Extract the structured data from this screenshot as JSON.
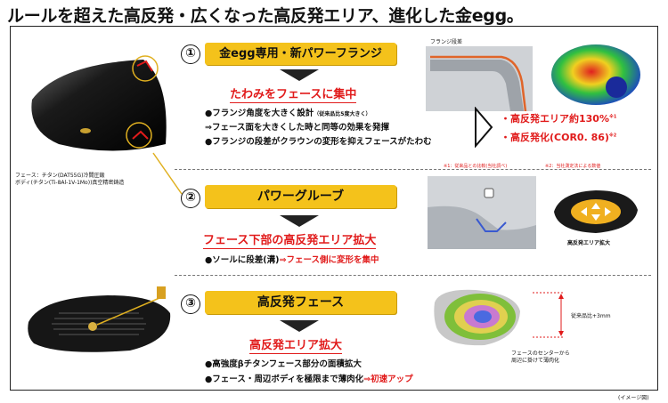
{
  "headline": "ルールを超えた高反発・広くなった高反発エリア、進化した金egg。",
  "left_specs": {
    "face": "フェース：チタン(DAT55G)冷間圧鍛",
    "body": "ボディ(チタン(Ti-8Al-1V-1Mo))真空精密鋳造"
  },
  "section1": {
    "number": "①",
    "title": "金egg専用・新パワーフランジ",
    "subtitle": "たわみをフェースに集中",
    "bullets": [
      "●フランジ角度を大きく設計",
      "⇒フェース面を大きくした時と同等の効果を発揮",
      "●フランジの段差がクラウンの変形を抑えフェースがたわむ"
    ],
    "bullet1_note": "（従来品比5度大きく）",
    "flange_label": "フランジ段差",
    "results": [
      "・高反発エリア約130%",
      "・高反発化(COR0. 86)"
    ],
    "result_sups": [
      "※1",
      "※2"
    ],
    "note1": "※1：従来品との比較(当社調べ)",
    "note2": "※2：当社測定法による数値"
  },
  "section2": {
    "number": "②",
    "title": "パワーグルーブ",
    "subtitle": "フェース下部の高反発エリア拡大",
    "bullet_prefix": "●ソールに段差(溝)",
    "bullet_hl": "⇒フェース側に変形を集中",
    "caption": "高反発エリア拡大"
  },
  "section3": {
    "number": "③",
    "title": "高反発フェース",
    "subtitle": "高反発エリア拡大",
    "bullets": [
      "●高強度βチタンフェース部分の面積拡大"
    ],
    "bullet2_prefix": "●フェース・周辺ボディを極限まで薄肉化",
    "bullet2_hl": "⇒初速アップ",
    "thickness_label": "従来品比+3mm",
    "center_caption_1": "フェースのセンターから",
    "center_caption_2": "周辺に掛けて薄肉化"
  },
  "footer_note": "(イメージ図)",
  "colors": {
    "accent_yellow": "#f4c21b",
    "accent_red": "#e11b1b"
  }
}
